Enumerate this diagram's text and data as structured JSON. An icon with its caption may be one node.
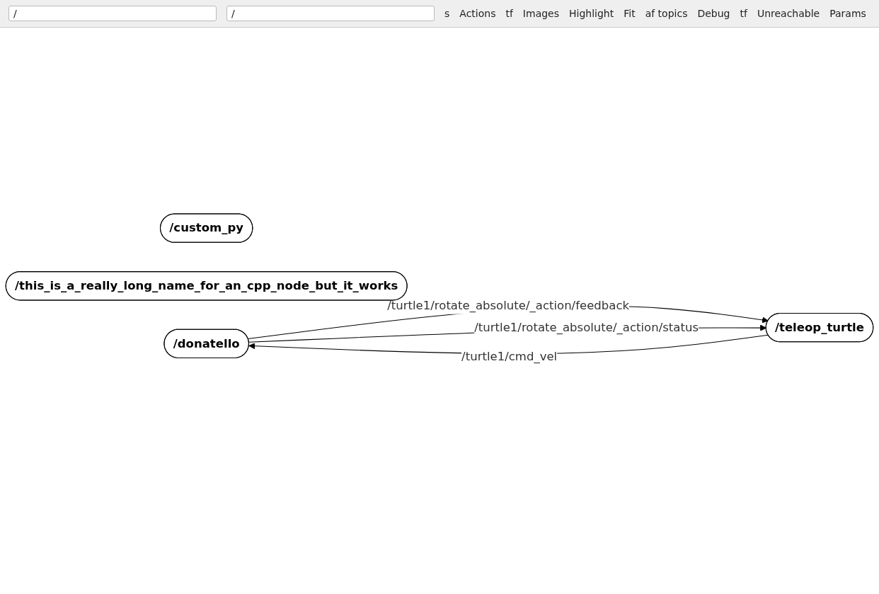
{
  "diagram": {
    "nodes": [
      {
        "text": [
          "/custom_py"
        ]
      },
      {
        "text": [
          "/this_is_a_really_long_name_for_an_cpp_node_but_it_works"
        ]
      },
      {
        "text": [
          "/donatello"
        ]
      },
      {
        "text": [
          "/teleop_turtle"
        ]
      }
    ],
    "edges": [
      {
        "from": 2,
        "to": 3,
        "arrow": "to",
        "label": "/turtle1/rotate_absolute/_action/feedback"
      },
      {
        "from": 2,
        "to": 3,
        "arrow": "to",
        "label": "/turtle1/rotate_absolute/_action/status"
      },
      {
        "from": 3,
        "to": 2,
        "arrow": "to",
        "label": "/turtle1/cmd_vel"
      }
    ],
    "labels": [
      "/",
      "/",
      "s",
      "Actions",
      "tf",
      "Images",
      "Highlight",
      "Fit",
      "af topics",
      "Debug",
      "tf",
      "Unreachable",
      "Params"
    ]
  }
}
